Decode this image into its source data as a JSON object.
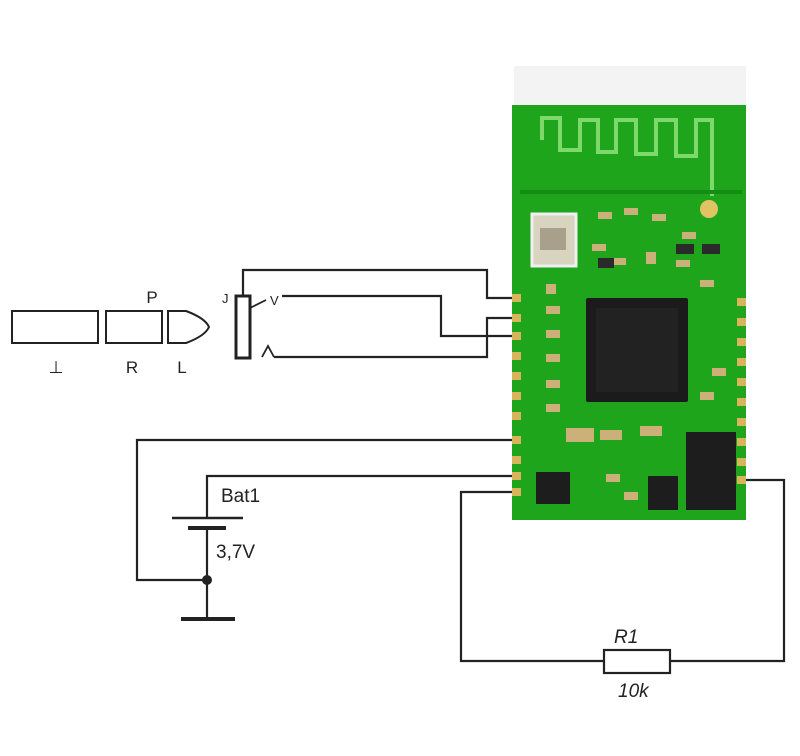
{
  "plug_labels": {
    "ground": "⊥",
    "right": "R",
    "left": "L",
    "ring": "P"
  },
  "jack_labels": {
    "jack": "J",
    "tip": "V"
  },
  "battery": {
    "name": "Bat1",
    "voltage": "3,7V"
  },
  "resistor": {
    "name": "R1",
    "value": "10k"
  },
  "colors": {
    "pcb_green": "#1fa51b",
    "antenna_white": "#f3f3f3",
    "chip_black": "#1b1b1b",
    "pad_gold": "#d8b45a",
    "wire": "#222222"
  },
  "module_parts": {
    "crystal": "crystal-icon",
    "main_ic": "bluetooth-chip-icon",
    "flash_ic": "flash-chip-icon",
    "antenna": "pcb-antenna-icon"
  }
}
